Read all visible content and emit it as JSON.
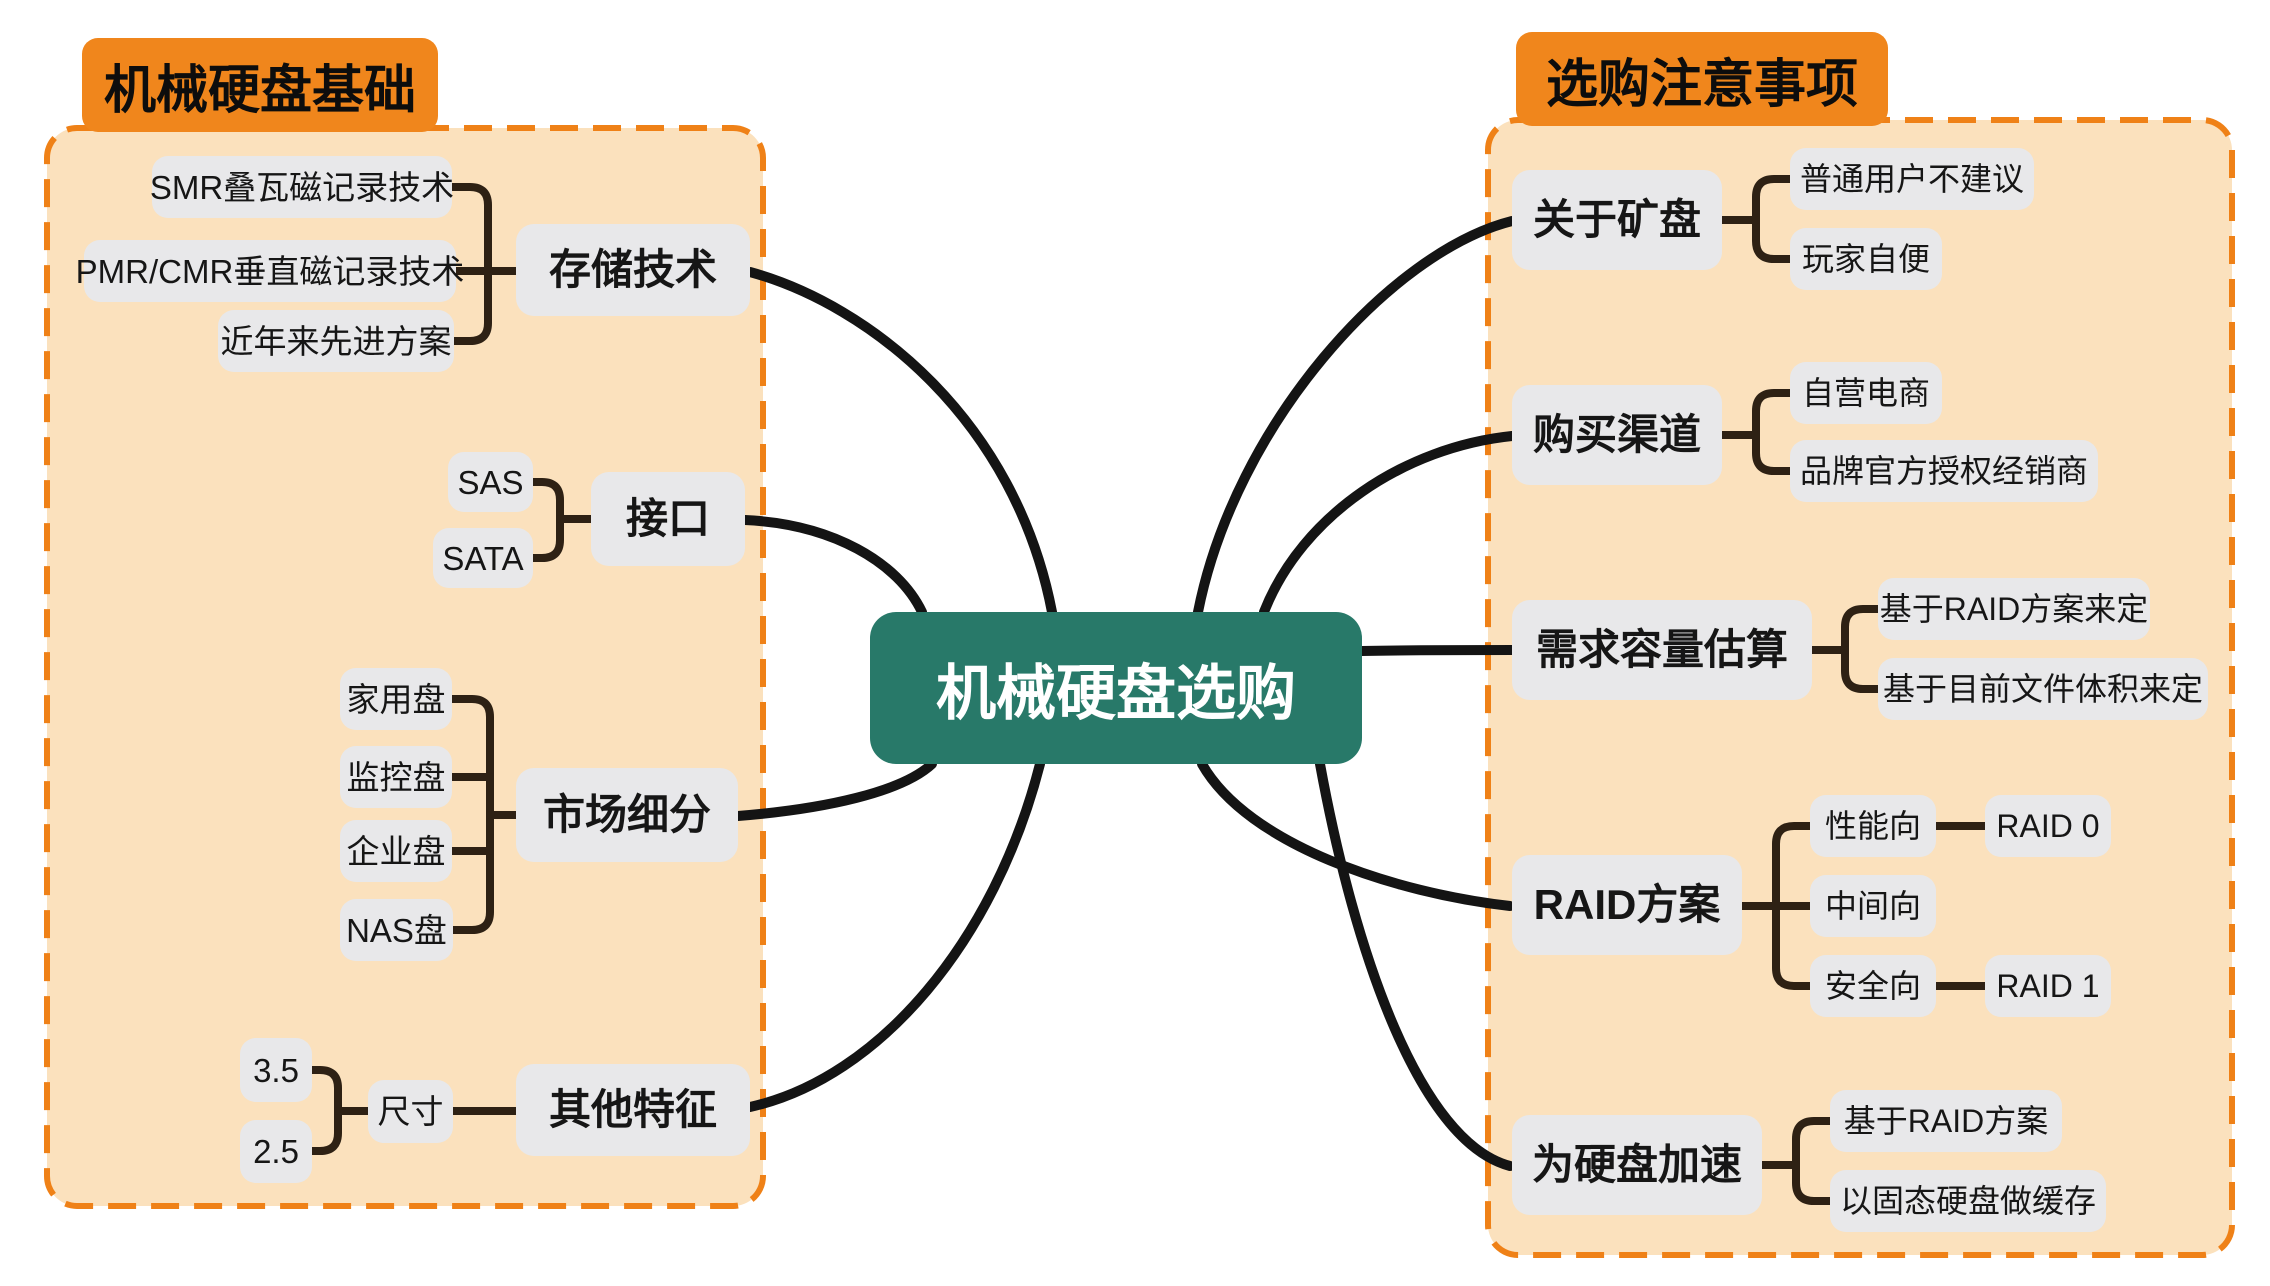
{
  "center": {
    "label": "机械硬盘选购"
  },
  "left": {
    "header": "机械硬盘基础",
    "storage": {
      "parent": "存储技术",
      "children": [
        "SMR叠瓦磁记录技术",
        "PMR/CMR垂直磁记录技术",
        "近年来先进方案"
      ]
    },
    "interface": {
      "parent": "接口",
      "children": [
        "SAS",
        "SATA"
      ]
    },
    "market": {
      "parent": "市场细分",
      "children": [
        "家用盘",
        "监控盘",
        "企业盘",
        "NAS盘"
      ]
    },
    "other": {
      "parent": "其他特征",
      "mid": "尺寸",
      "children": [
        "3.5",
        "2.5"
      ]
    }
  },
  "right": {
    "header": "选购注意事项",
    "mining": {
      "parent": "关于矿盘",
      "children": [
        "普通用户不建议",
        "玩家自便"
      ]
    },
    "channel": {
      "parent": "购买渠道",
      "children": [
        "自营电商",
        "品牌官方授权经销商"
      ]
    },
    "capacity": {
      "parent": "需求容量估算",
      "children": [
        "基于RAID方案来定",
        "基于目前文件体积来定"
      ]
    },
    "raid": {
      "parent": "RAID方案",
      "children": [
        "性能向",
        "中间向",
        "安全向"
      ],
      "leaves": [
        "RAID 0",
        "RAID 1"
      ]
    },
    "accel": {
      "parent": "为硬盘加速",
      "children": [
        "基于RAID方案",
        "以固态硬盘做缓存"
      ]
    }
  },
  "colors": {
    "accent_orange": "#f0861c",
    "panel_fill": "#fbe1bd",
    "node_fill": "#e8e8ea",
    "center_fill": "#287969",
    "bracket_dark": "#2e2114",
    "curve_black": "#141414"
  }
}
